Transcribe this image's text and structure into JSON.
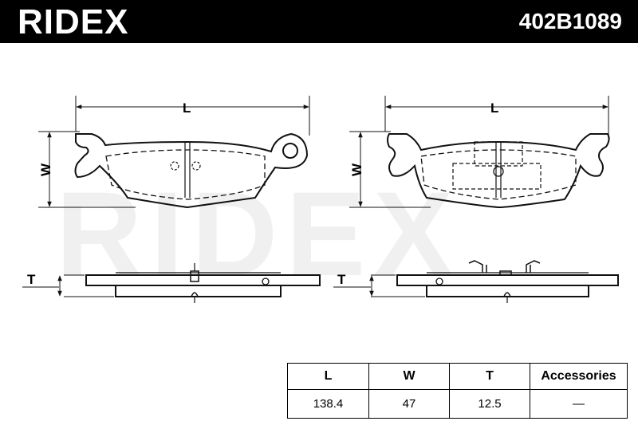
{
  "header": {
    "brand": "RIDEX",
    "part_number": "402B1089"
  },
  "watermark": "RIDEX",
  "dimensions": {
    "length": "L",
    "width": "W",
    "thickness": "T"
  },
  "specs": {
    "headers": [
      "L",
      "W",
      "T",
      "Accessories"
    ],
    "values": [
      "138.4",
      "47",
      "12.5",
      "—"
    ]
  },
  "colors": {
    "header_bg": "#000000",
    "header_text": "#ffffff",
    "line": "#111111",
    "watermark": "#f0f0f0"
  }
}
